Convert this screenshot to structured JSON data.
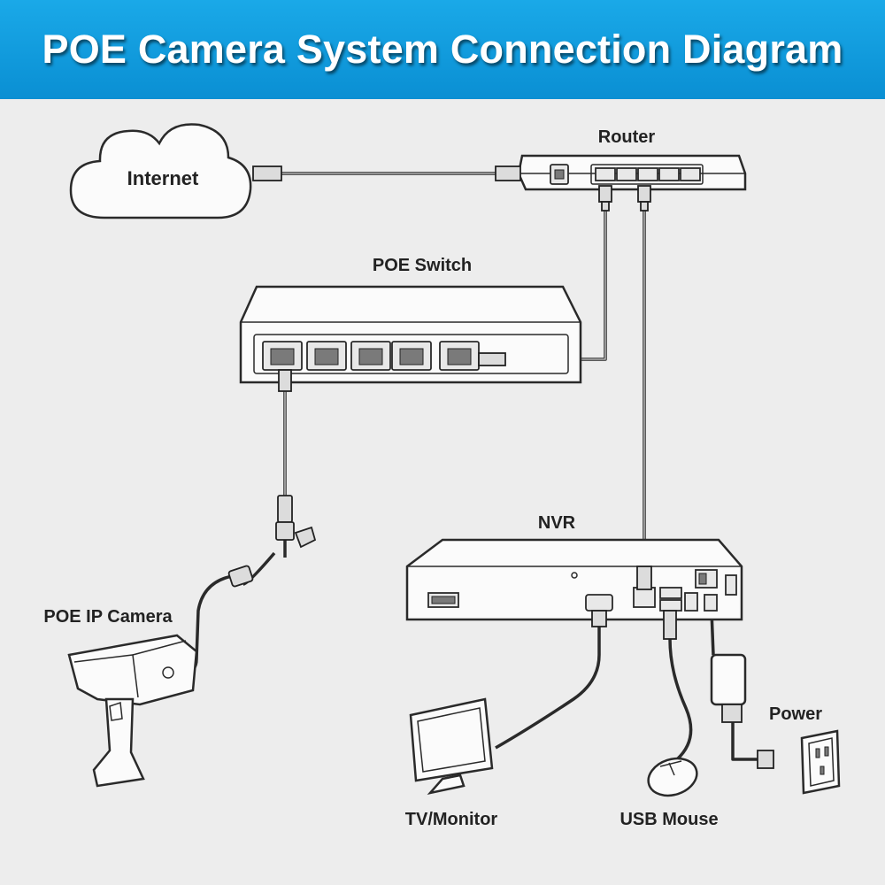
{
  "title": "POE Camera System Connection Diagram",
  "labels": {
    "internet": "Internet",
    "router": "Router",
    "poe_switch": "POE Switch",
    "nvr": "NVR",
    "poe_ip_camera": "POE IP Camera",
    "power": "Power",
    "tv_monitor": "TV/Monitor",
    "usb_mouse": "USB Mouse"
  },
  "colors": {
    "banner": "#0a8fd3",
    "background": "#ededed",
    "line_art": "#2a2a2a"
  }
}
